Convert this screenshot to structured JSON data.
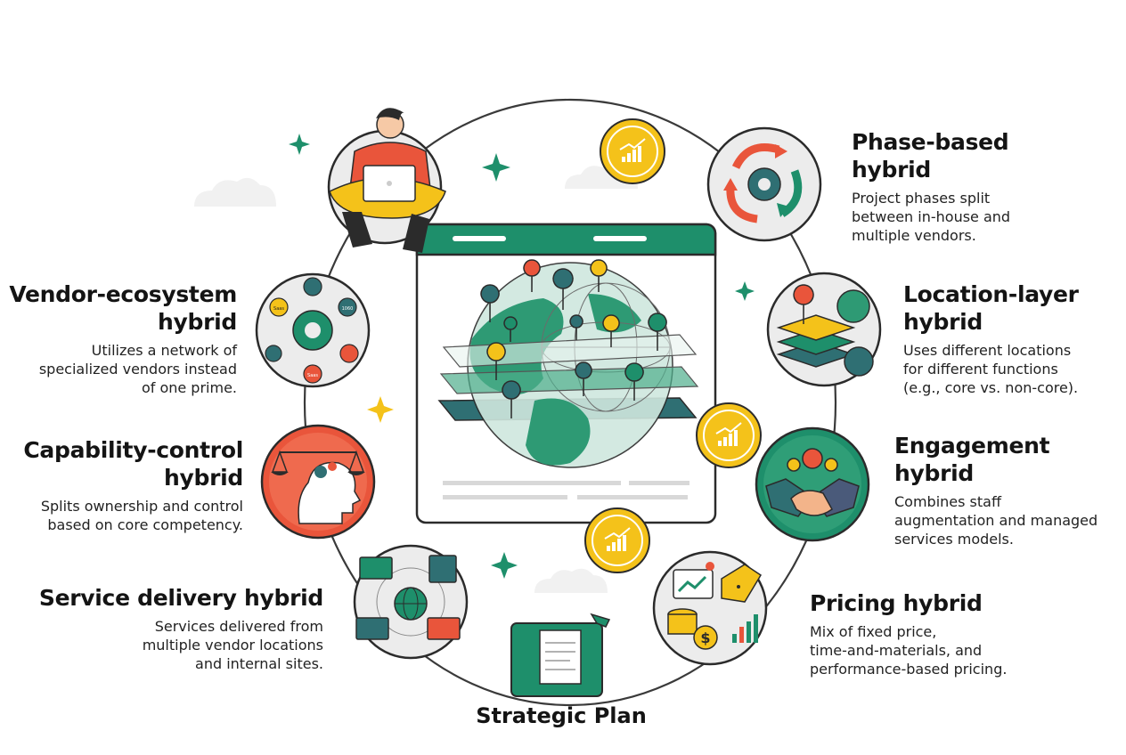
{
  "items": [
    {
      "id": "phase",
      "title_l1": "Phase-based",
      "title_l2": "hybrid",
      "desc": [
        "Project phases split",
        "between in-house and",
        "multiple vendors."
      ]
    },
    {
      "id": "location",
      "title_l1": "Location-layer",
      "title_l2": "hybrid",
      "desc": [
        "Uses different locations",
        "for different functions",
        "(e.g., core vs. non-core)."
      ]
    },
    {
      "id": "engagement",
      "title_l1": "Engagement",
      "title_l2": "hybrid",
      "desc": [
        "Combines staff",
        "augmentation and managed",
        "services models."
      ]
    },
    {
      "id": "pricing",
      "title_l1": "Pricing hybrid",
      "title_l2": "",
      "desc": [
        "Mix of fixed price,",
        "time-and-materials, and",
        "performance-based pricing."
      ]
    },
    {
      "id": "vendor",
      "title_l1": "Vendor-ecosystem",
      "title_l2": "hybrid",
      "desc": [
        "Utilizes a network of",
        "specialized vendors instead",
        "of one prime."
      ]
    },
    {
      "id": "capability",
      "title_l1": "Capability-control",
      "title_l2": "hybrid",
      "desc": [
        "Splits ownership and control",
        "based on core competency."
      ]
    },
    {
      "id": "service",
      "title_l1": "Service delivery hybrid",
      "title_l2": "",
      "desc": [
        "Services delivered from",
        "multiple vendor locations",
        "and internal sites."
      ]
    }
  ],
  "strategic_plan": "Strategic Plan",
  "icon_texts": {
    "gear_a": "Saas",
    "gear_b": "1060",
    "gear_c": "Saas"
  },
  "colors": {
    "green": "#1e8f6b",
    "dark": "#2b2b2b",
    "orange": "#e9553b",
    "yellow": "#f4c21a",
    "teal": "#2f6f73",
    "grey_fill": "#ececec"
  }
}
